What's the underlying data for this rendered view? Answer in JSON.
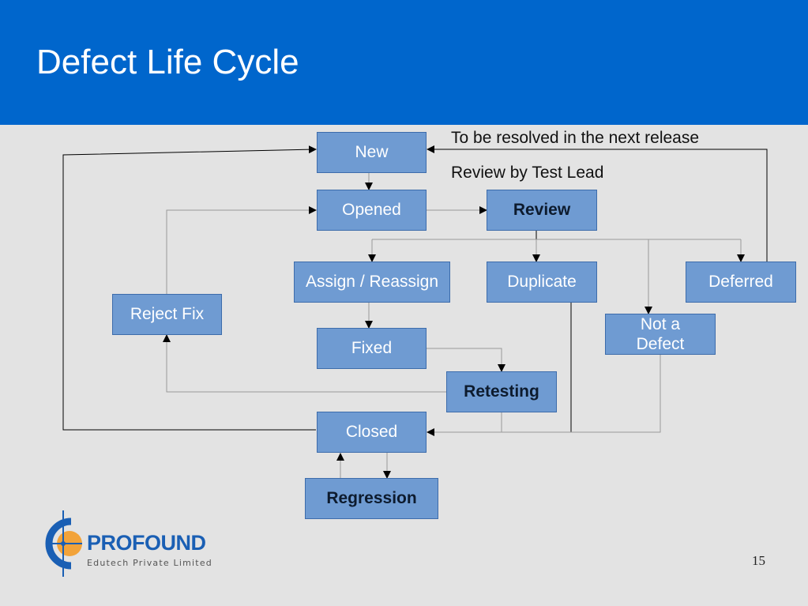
{
  "slide": {
    "title": "Defect Life Cycle",
    "page_number": "15"
  },
  "notes": {
    "next_release": "To be resolved in the next release",
    "review_by": "Review by Test Lead"
  },
  "nodes": {
    "new": "New",
    "opened": "Opened",
    "review": "Review",
    "assign": "Assign / Reassign",
    "duplicate": "Duplicate",
    "deferred": "Deferred",
    "reject_fix": "Reject Fix",
    "not_a_defect": "Not a Defect",
    "fixed": "Fixed",
    "retesting": "Retesting",
    "closed": "Closed",
    "regression": "Regression"
  },
  "logo": {
    "name": "PROFOUND",
    "tagline": "Edutech Private Limited"
  },
  "colors": {
    "header": "#0066cc",
    "box_fill": "#6f9bd2",
    "box_border": "#3d6cab",
    "background": "#e3e3e3"
  }
}
